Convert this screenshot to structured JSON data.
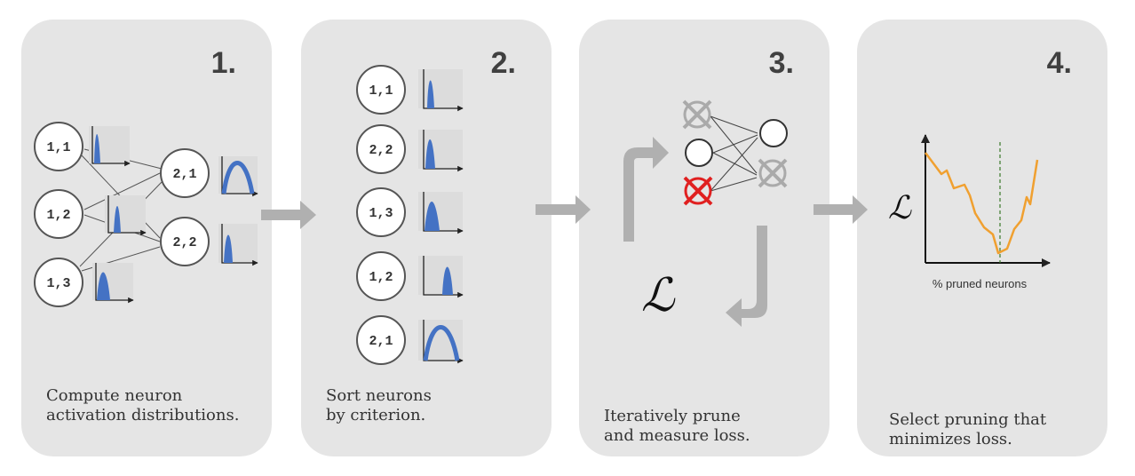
{
  "panels": [
    {
      "number": "1.",
      "caption_lines": [
        "Compute neuron",
        "activation distributions."
      ]
    },
    {
      "number": "2.",
      "caption_lines": [
        "Sort neurons",
        "by criterion."
      ]
    },
    {
      "number": "3.",
      "caption_lines": [
        "Iteratively prune",
        "and measure loss."
      ]
    },
    {
      "number": "4.",
      "caption_lines": [
        "Select pruning that",
        "minimizes loss."
      ]
    }
  ],
  "network": {
    "layer1": [
      "1,1",
      "1,2",
      "1,3"
    ],
    "layer2": [
      "2,1",
      "2,2"
    ]
  },
  "sorted_neurons": [
    "1,1",
    "2,2",
    "1,3",
    "1,2",
    "2,1"
  ],
  "loss_symbol": "ℒ",
  "loss_chart": {
    "xlabel": "% pruned neurons",
    "ylabel": "ℒ",
    "minimum_marker": "dashed",
    "colors": {
      "line": "#f0a030",
      "marker": "#3a7a2a"
    }
  },
  "colors": {
    "panel": "#e5e5e5",
    "distribution": "#4472c4",
    "arrow": "#b0b0b0",
    "pruned_red": "#e02020",
    "pruned_gray": "#aaaaaa"
  }
}
